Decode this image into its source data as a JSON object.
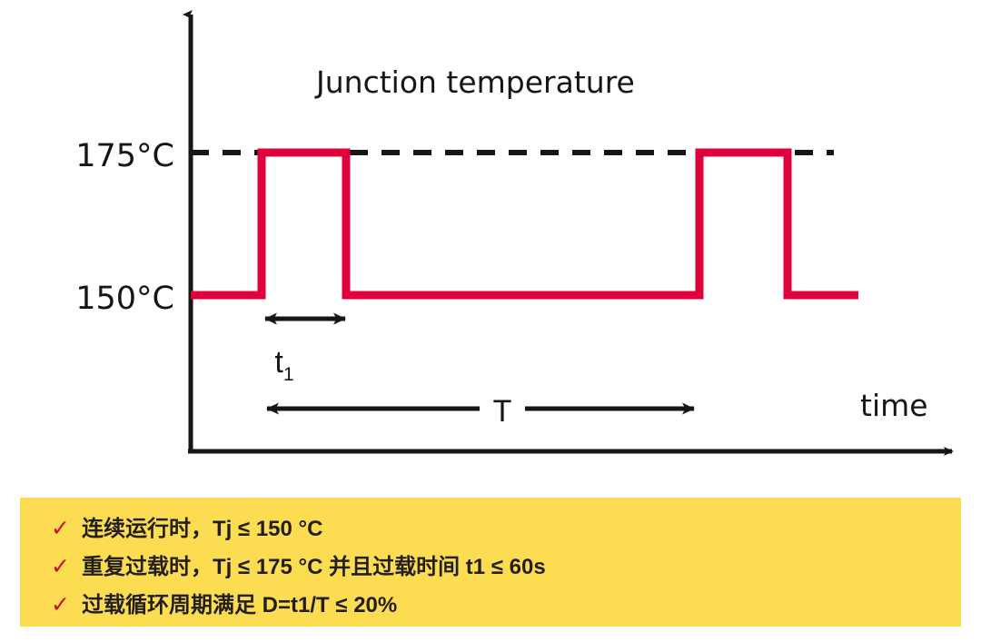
{
  "chart_data": {
    "type": "line",
    "title": "Junction temperature",
    "xlabel": "time",
    "ylabel": "",
    "axis": {
      "y_tick_labels": [
        "175°C",
        "150°C"
      ],
      "y_tick_values": [
        175,
        150
      ],
      "x_tick_labels": [],
      "grid": false,
      "dashed_reference_line": 175
    },
    "series": [
      {
        "name": "Junction temperature",
        "color": "#E0003C",
        "step": true,
        "points": [
          {
            "t": 0.0,
            "value": 150
          },
          {
            "t": 0.106,
            "value": 150
          },
          {
            "t": 0.106,
            "value": 175
          },
          {
            "t": 0.233,
            "value": 175
          },
          {
            "t": 0.233,
            "value": 150
          },
          {
            "t": 0.762,
            "value": 150
          },
          {
            "t": 0.762,
            "value": 175
          },
          {
            "t": 0.894,
            "value": 175
          },
          {
            "t": 0.894,
            "value": 150
          },
          {
            "t": 1.0,
            "value": 150
          }
        ]
      }
    ],
    "annotations": [
      {
        "name": "t1-dimension",
        "label": "t",
        "sublabel": "1",
        "kind": "double-arrow",
        "span_from": 0.106,
        "span_to": 0.233
      },
      {
        "name": "T-dimension",
        "label": "T",
        "kind": "double-arrow",
        "span_from": 0.106,
        "span_to": 0.762
      }
    ],
    "legend": []
  },
  "chart": {
    "title": "Junction temperature",
    "y_label_high": "175°C",
    "y_label_low": "150°C",
    "x_axis_label": "time",
    "t1_label": "t",
    "t1_subscript": "1",
    "period_label": "T"
  },
  "colors": {
    "waveform": "#E0003C",
    "axis": "#161616",
    "callout_background": "#FCDC50",
    "check": "#C8102E",
    "text": "#231f20"
  },
  "callout": {
    "items": [
      {
        "icon": "check-icon",
        "text": "连续运行时，Tj ≤ 150 °C"
      },
      {
        "icon": "check-icon",
        "text": "重复过载时，Tj ≤ 175 °C 并且过载时间 t1 ≤ 60s"
      },
      {
        "icon": "check-icon",
        "text": "过载循环周期满足 D=t1/T ≤ 20%"
      }
    ],
    "check_glyph": "✓"
  }
}
